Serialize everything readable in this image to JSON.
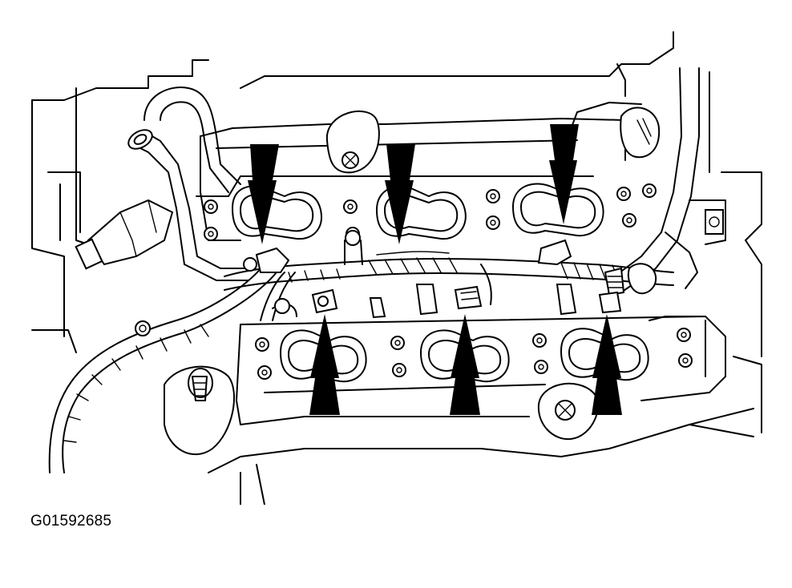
{
  "figure": {
    "id_label": "G01592685"
  },
  "callouts": {
    "arrow_count": 6,
    "downward_arrows": 3,
    "upward_arrows": 3
  },
  "colors": {
    "line": "#000000",
    "background": "#ffffff"
  }
}
